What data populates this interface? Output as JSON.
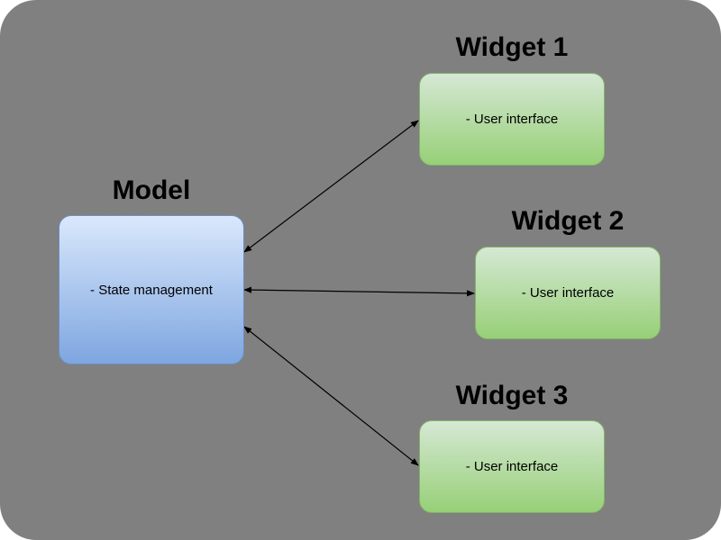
{
  "diagram": {
    "model": {
      "title": "Model",
      "text": "- State management",
      "fill_top": "#dae8fc",
      "fill_bottom": "#7ea6e0",
      "border": "#6c8ebf"
    },
    "widgets": [
      {
        "title": "Widget 1",
        "text": "- User interface"
      },
      {
        "title": "Widget 2",
        "text": "- User interface"
      },
      {
        "title": "Widget 3",
        "text": "- User interface"
      }
    ],
    "widget_colors": {
      "fill_top": "#d5e8d4",
      "fill_bottom": "#97d077",
      "border": "#82b366"
    },
    "background": "#808080",
    "edge_color": "#000000",
    "edges": [
      {
        "from": "model",
        "to": "widget-1",
        "direction": "both"
      },
      {
        "from": "model",
        "to": "widget-2",
        "direction": "both"
      },
      {
        "from": "model",
        "to": "widget-3",
        "direction": "both"
      }
    ]
  }
}
